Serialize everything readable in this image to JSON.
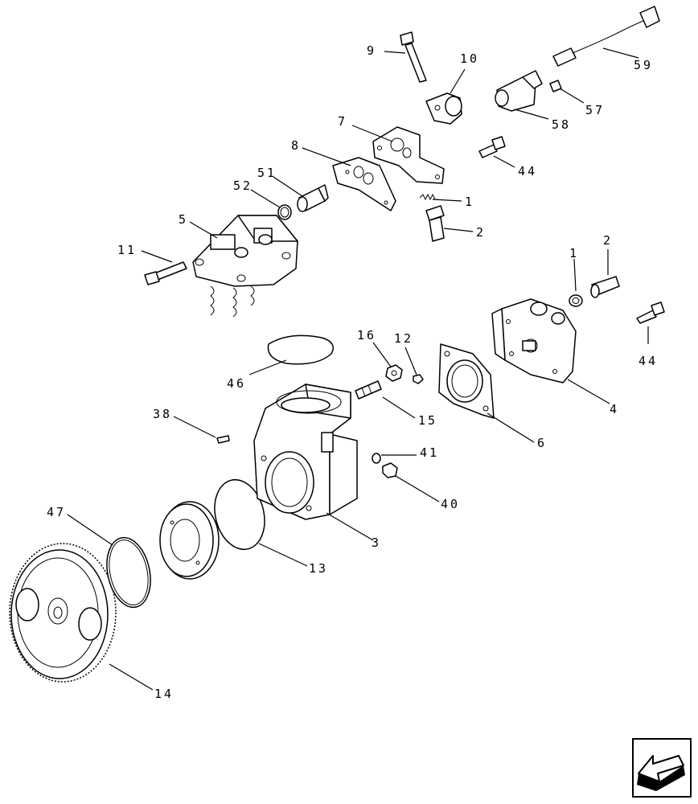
{
  "callouts": {
    "c1a": "1",
    "c1b": "1",
    "c2a": "2",
    "c2b": "2",
    "c3": "3",
    "c4": "4",
    "c5": "5",
    "c6": "6",
    "c7": "7",
    "c8": "8",
    "c9": "9",
    "c10": "10",
    "c11": "11",
    "c12": "12",
    "c13": "13",
    "c14": "14",
    "c15": "15",
    "c16": "16",
    "c38": "38",
    "c40": "40",
    "c41": "41",
    "c44a": "44",
    "c44b": "44",
    "c46": "46",
    "c47": "47",
    "c51": "51",
    "c52": "52",
    "c57": "57",
    "c58": "58",
    "c59": "59"
  },
  "icons": {
    "navigation": "arrow-navigation-icon"
  }
}
